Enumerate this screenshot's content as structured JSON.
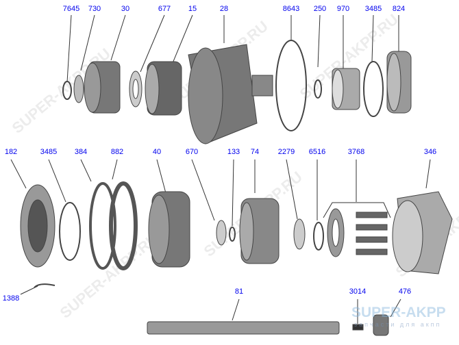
{
  "watermark": "SUPER-AKPP.RU",
  "logo": {
    "name": "SUPER-AKPP",
    "tagline": "запчасти для акпп"
  },
  "label_color": "#0000ee",
  "callouts": [
    {
      "id": "7645",
      "text": "7645"
    },
    {
      "id": "730",
      "text": "730"
    },
    {
      "id": "30",
      "text": "30"
    },
    {
      "id": "677",
      "text": "677"
    },
    {
      "id": "15",
      "text": "15"
    },
    {
      "id": "28",
      "text": "28"
    },
    {
      "id": "8643",
      "text": "8643"
    },
    {
      "id": "250",
      "text": "250"
    },
    {
      "id": "970",
      "text": "970"
    },
    {
      "id": "3485a",
      "text": "3485"
    },
    {
      "id": "824",
      "text": "824"
    },
    {
      "id": "182",
      "text": "182"
    },
    {
      "id": "3485b",
      "text": "3485"
    },
    {
      "id": "384",
      "text": "384"
    },
    {
      "id": "882",
      "text": "882"
    },
    {
      "id": "40",
      "text": "40"
    },
    {
      "id": "670",
      "text": "670"
    },
    {
      "id": "133",
      "text": "133"
    },
    {
      "id": "74",
      "text": "74"
    },
    {
      "id": "2279",
      "text": "2279"
    },
    {
      "id": "6516",
      "text": "6516"
    },
    {
      "id": "3768",
      "text": "3768"
    },
    {
      "id": "346",
      "text": "346"
    },
    {
      "id": "1388",
      "text": "1388"
    },
    {
      "id": "81",
      "text": "81"
    },
    {
      "id": "3014",
      "text": "3014"
    },
    {
      "id": "476",
      "text": "476"
    }
  ]
}
